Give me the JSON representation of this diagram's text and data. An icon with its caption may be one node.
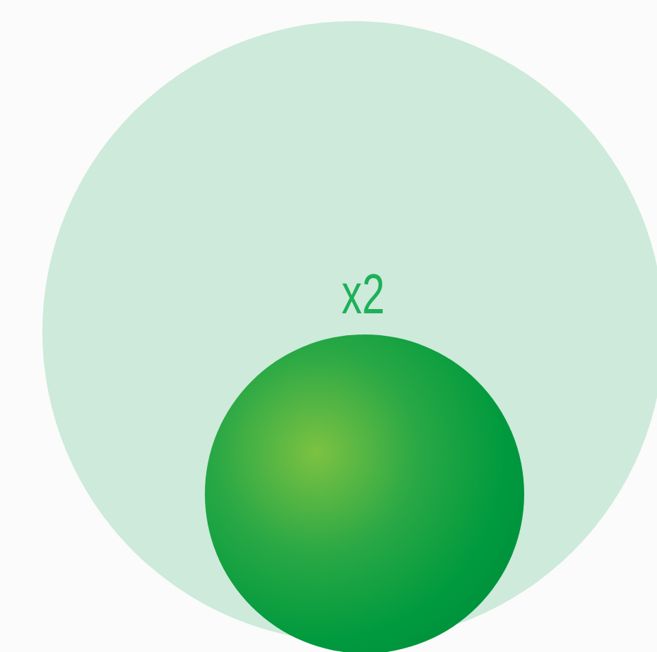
{
  "diagram": {
    "nodes": [
      {
        "text": [
          "x2"
        ]
      },
      {
        "text": [],
        "shape": "circle",
        "in": 0
      }
    ]
  }
}
